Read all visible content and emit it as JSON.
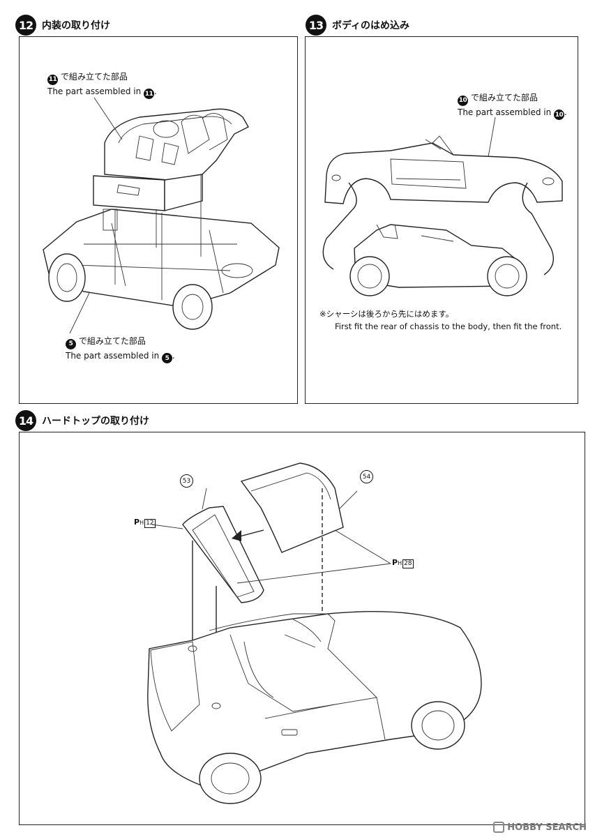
{
  "steps": {
    "s12": {
      "number": "12",
      "title": "内装の取り付け",
      "note_top_jp": "で組み立てた部品",
      "note_top_ref": "11",
      "note_top_en": "The part assembled in",
      "note_bottom_jp": "で組み立てた部品",
      "note_bottom_ref": "5",
      "note_bottom_en": "The part assembled in"
    },
    "s13": {
      "number": "13",
      "title": "ボディのはめ込み",
      "note_jp": "で組み立てた部品",
      "note_ref": "10",
      "note_en": "The part assembled in",
      "instruction_jp": "※シャーシは後ろから先にはめます。",
      "instruction_en": "First fit the rear of chassis to the body, then fit the front."
    },
    "s14": {
      "number": "14",
      "title": "ハードトップの取り付け",
      "part_53": "53",
      "part_54": "54",
      "ph_letter": "P",
      "ph_sub": "H",
      "ph_12": "12",
      "ph_28": "28"
    }
  },
  "watermark": {
    "text": "HOBBY SEARCH"
  }
}
